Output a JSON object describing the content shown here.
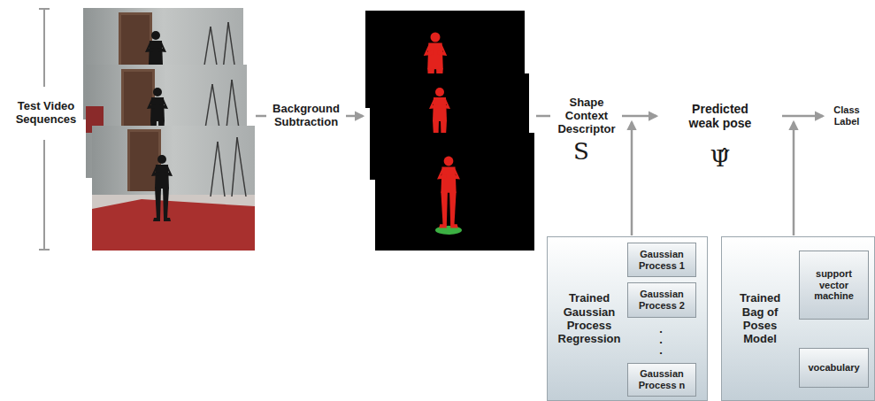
{
  "diagram": {
    "nodes": [
      {
        "text": [
          "Trained Gaussian Process Regression"
        ]
      },
      {
        "text": [
          "Gaussian Process 1"
        ],
        "in": 0
      },
      {
        "text": [
          "Gaussian Process 2"
        ],
        "in": 0
      },
      {
        "text": [
          "Gaussian Process n"
        ],
        "in": 0
      },
      {
        "text": [
          "Trained Bag of Poses Model"
        ]
      },
      {
        "text": [
          "support vector machine"
        ],
        "in": 4
      },
      {
        "text": [
          "vocabulary"
        ],
        "in": 4
      }
    ],
    "labels": [
      "Test Video Sequences",
      "Background Subtraction",
      "Shape Context Descriptor",
      "S",
      "Predicted weak pose",
      "Ψ̂",
      ".",
      ".",
      ".",
      "Class Label"
    ]
  }
}
